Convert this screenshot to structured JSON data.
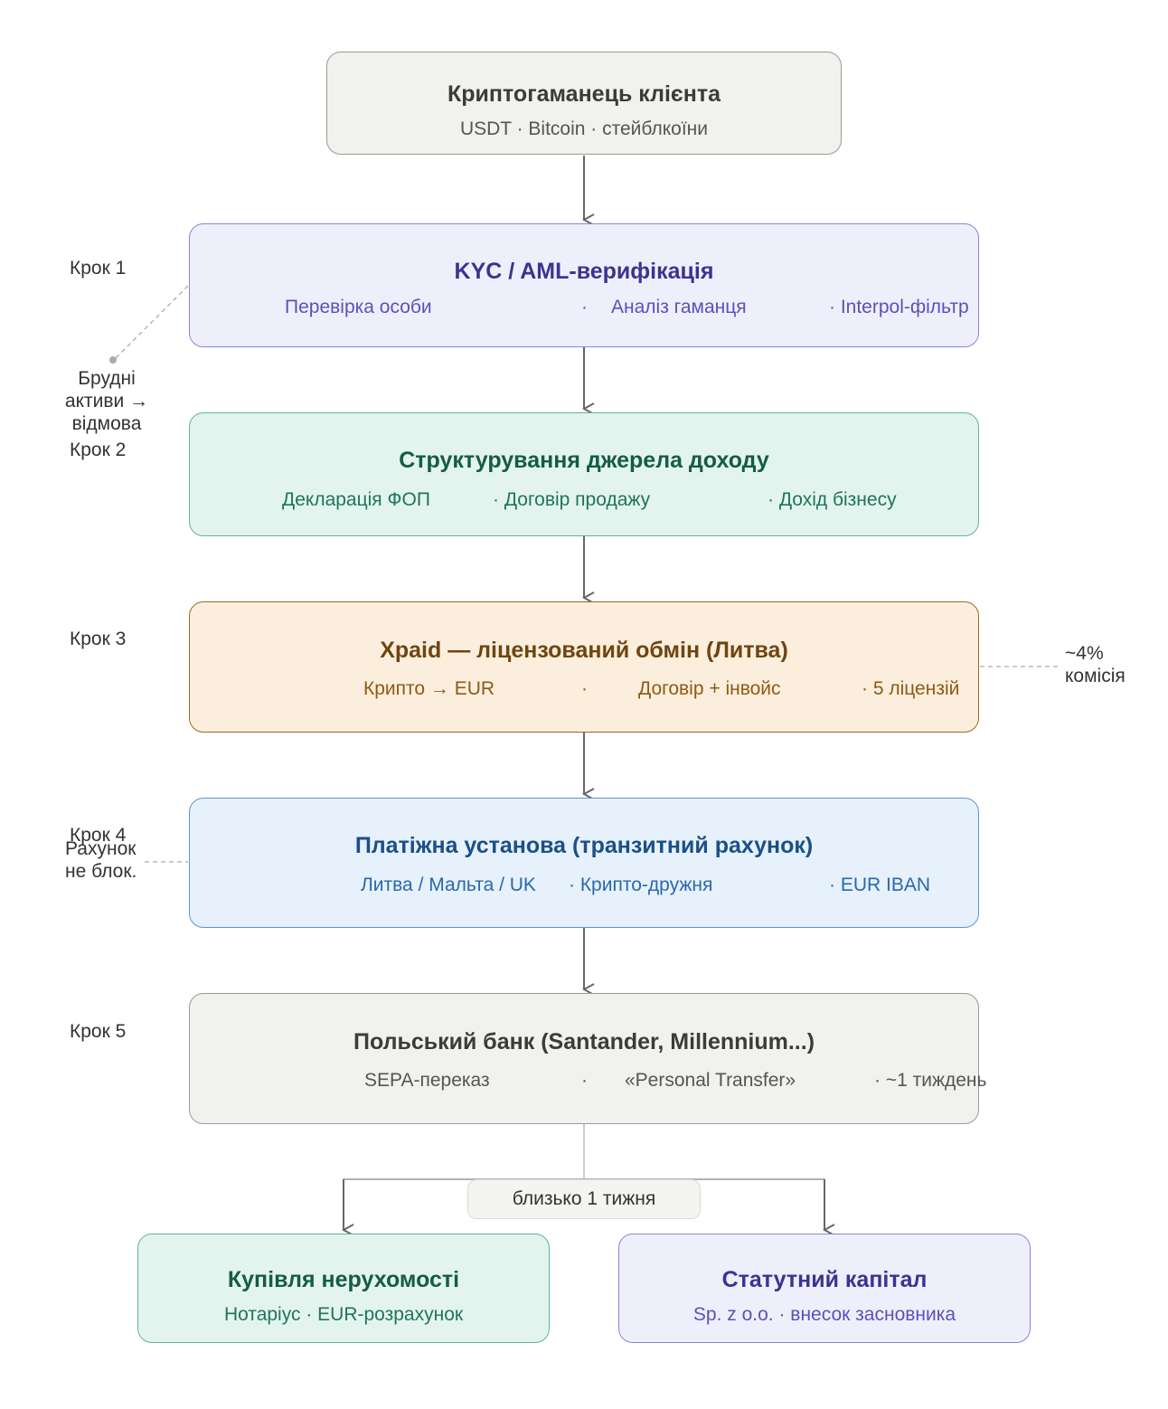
{
  "nodes": {
    "wallet": {
      "title": "Криптогаманець клієнта",
      "subtitle": "USDT · Bitcoin · стейблкоїни"
    },
    "kyc": {
      "title": "KYC / AML-верифікація",
      "items": [
        "Перевірка особи",
        "·",
        "Аналіз гаманця",
        "· Interpol-фільтр"
      ]
    },
    "structuring": {
      "title": "Структурування джерела доходу",
      "items": [
        "Декларація ФОП",
        "· Договір продажу",
        "· Дохід бізнесу"
      ]
    },
    "xpaid": {
      "title": "Xpaid — ліцензований обмін (Литва)",
      "items": [
        "Крипто → EUR",
        "·",
        "Договір + інвойс",
        "· 5 ліцензій"
      ]
    },
    "payment_institution": {
      "title": "Платіжна установа (транзитний рахунок)",
      "items": [
        "Литва / Мальта / UK",
        "· Крипто-дружня",
        "· EUR IBAN"
      ]
    },
    "polish_bank": {
      "title": "Польський банк (Santander, Millennium...)",
      "items": [
        "SEPA-переказ",
        "·",
        "«Personal Transfer»",
        "· ~1 тиждень"
      ]
    },
    "real_estate": {
      "title": "Купівля нерухомості",
      "subtitle": "Нотаріус · EUR-розрахунок"
    },
    "share_capital": {
      "title": "Статутний капітал",
      "subtitle": "Sp. z o.o. · внесок засновника"
    }
  },
  "steps": [
    "Крок 1",
    "Крок 2",
    "Крок 3",
    "Крок 4",
    "Крок 5"
  ],
  "notes": {
    "dirty_assets": [
      "Брудні",
      "активи →",
      "відмова"
    ],
    "commission": [
      "~4%",
      "комісія"
    ],
    "account_not_blocked": [
      "Рахунок",
      "не блок."
    ]
  },
  "split_label": "близько 1 тижня",
  "colors": {
    "gray": "#f1f1ed",
    "purple": "#efeffc",
    "green": "#e3f4ee",
    "orange": "#fbeedd",
    "blue": "#e6f1fb",
    "connector": "#666666"
  }
}
